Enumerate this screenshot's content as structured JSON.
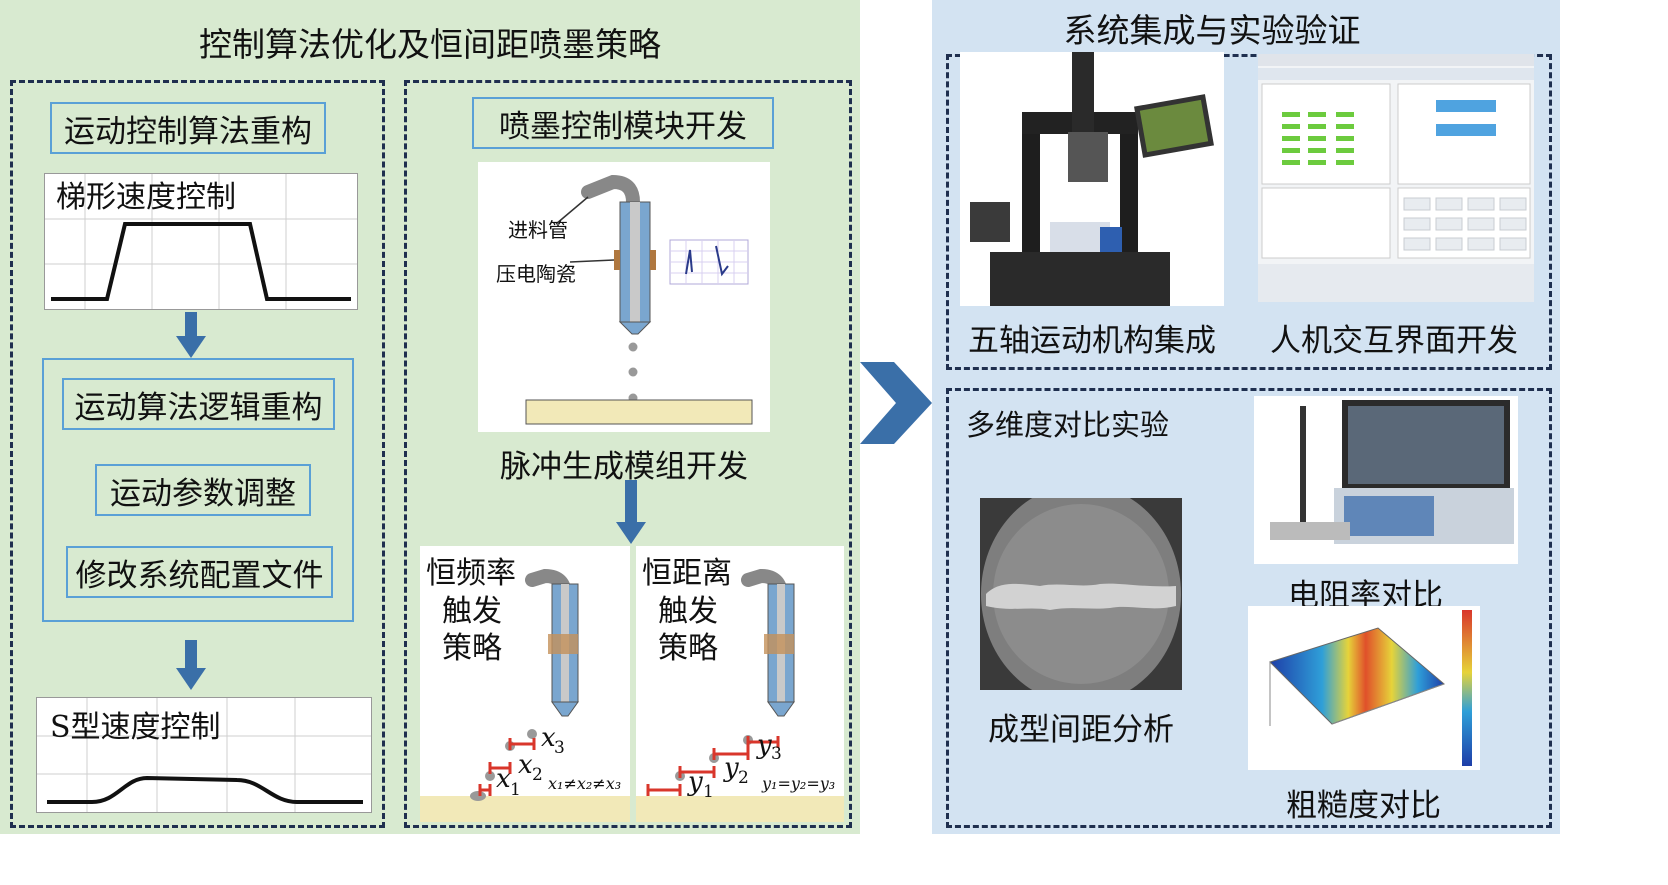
{
  "left_panel": {
    "title": "控制算法优化及恒间距喷墨策略",
    "motion": {
      "header": "运动控制算法重构",
      "trap_label": "梯形速度控制",
      "steps": [
        "运动算法逻辑重构",
        "运动参数调整",
        "修改系统配置文件"
      ],
      "s_label": "S型速度控制"
    },
    "inkjet": {
      "header": "喷墨控制模块开发",
      "feed_tube": "进料管",
      "piezo": "压电陶瓷",
      "pulse_caption": "脉冲生成模组开发",
      "freq_strategy": [
        "恒频率",
        "触发",
        "策略"
      ],
      "dist_strategy": [
        "恒距离",
        "触发",
        "策略"
      ],
      "x_labels": [
        "x",
        "1",
        "x",
        "2",
        "x",
        "3"
      ],
      "y_labels": [
        "y",
        "1",
        "y",
        "2",
        "y",
        "3"
      ],
      "x_relation": "x₁≠x₂≠x₃",
      "y_relation": "y₁=y₂=y₃"
    }
  },
  "right_panel": {
    "title": "系统集成与实验验证",
    "integration": {
      "five_axis": "五轴运动机构集成",
      "hmi": "人机交互界面开发"
    },
    "experiments": {
      "header": "多维度对比实验",
      "spacing": "成型间距分析",
      "resistivity": "电阻率对比",
      "roughness": "粗糙度对比"
    }
  },
  "colors": {
    "left_bg": "#d8ead0",
    "right_bg": "#d3e3f2",
    "arrow": "#3a6fa8",
    "label_border": "#5aa0d6",
    "dash": "#1f2f4f"
  }
}
